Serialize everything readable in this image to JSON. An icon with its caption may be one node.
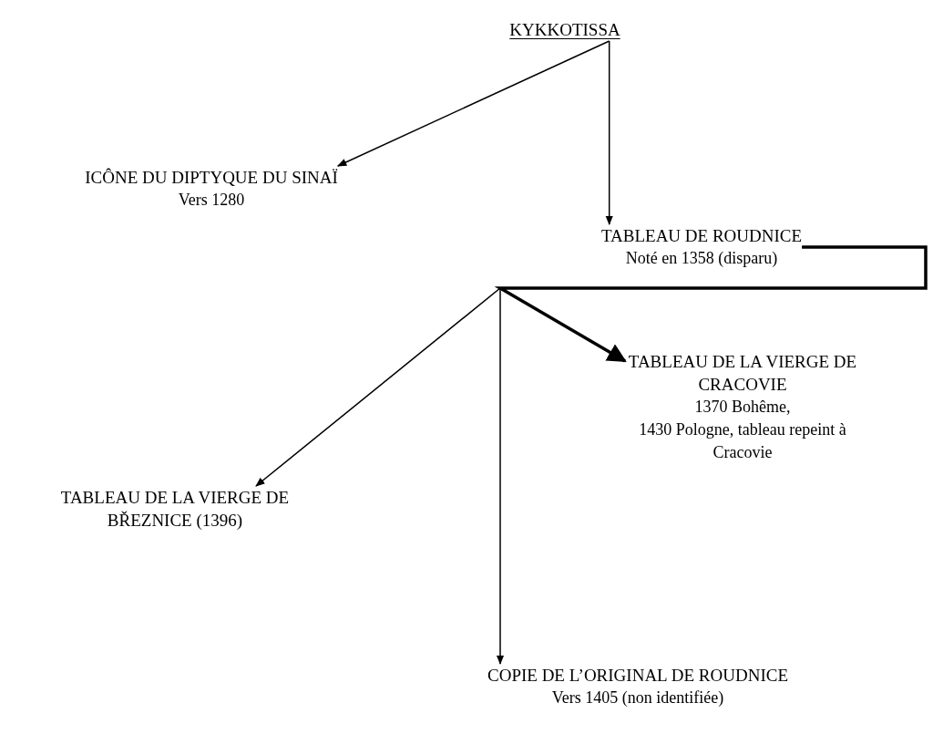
{
  "diagram": {
    "nodes": [
      {
        "text": [
          "KYKKOTISSA"
        ]
      },
      {
        "text": [
          "ICÔNE DU DIPTYQUE DU SINAÏ",
          "Vers 1280"
        ]
      },
      {
        "text": [
          "TABLEAU DE ROUDNICE",
          "Noté en 1358 (disparu)"
        ]
      },
      {
        "text": [
          "TABLEAU DE LA VIERGE DE CRACOVIE",
          "1370 Bohême,",
          "1430 Pologne, tableau repeint à Cracovie"
        ]
      },
      {
        "text": [
          "TABLEAU DE LA VIERGE DE BŘEZNICE (1396)"
        ]
      },
      {
        "text": [
          "COPIE DE L’ORIGINAL DE ROUDNICE",
          "Vers 1405 (non identifiée)"
        ]
      }
    ],
    "edges": [
      {
        "from": 0,
        "to": 1,
        "arrow": "to"
      },
      {
        "from": 0,
        "to": 2,
        "arrow": "to"
      },
      {
        "from": 2,
        "to": 3,
        "arrow": "to",
        "style": "thick"
      },
      {
        "from": 2,
        "to": 4,
        "arrow": "to"
      },
      {
        "from": 2,
        "to": 5,
        "arrow": "to"
      }
    ]
  }
}
